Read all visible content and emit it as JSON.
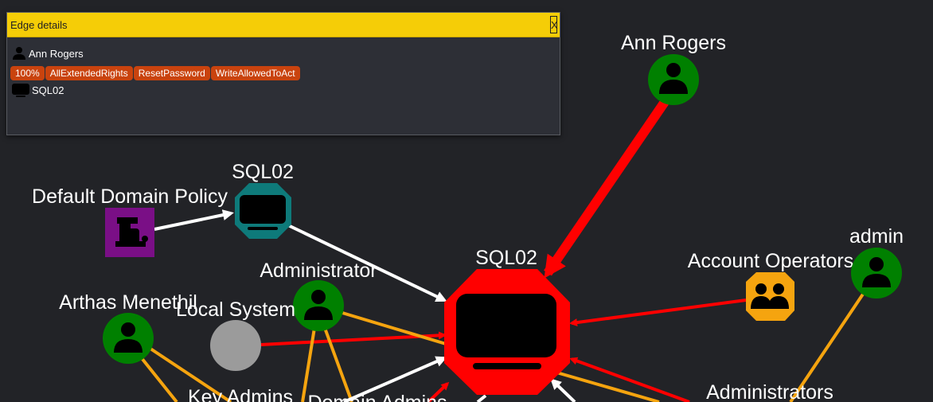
{
  "panel": {
    "title": "Edge details",
    "close_label": "X",
    "source": "Ann Rogers",
    "tags": [
      "100%",
      "AllExtendedRights",
      "ResetPassword",
      "WriteAllowedToAct"
    ],
    "target": "SQL02"
  },
  "nodes": [
    {
      "id": "sql02-main",
      "label": "SQL02",
      "kind": "computer",
      "color": "#ff0000",
      "icon": "monitor-icon"
    },
    {
      "id": "ann-rogers",
      "label": "Ann Rogers",
      "kind": "user",
      "color": "#008000",
      "icon": "user-icon"
    },
    {
      "id": "sql02-teal",
      "label": "SQL02",
      "kind": "computer",
      "color": "#0e7a7a",
      "icon": "monitor-icon"
    },
    {
      "id": "default-domain-policy",
      "label": "Default Domain Policy",
      "kind": "gpo",
      "color": "#7a0f86",
      "icon": "scroll-icon"
    },
    {
      "id": "administrator",
      "label": "Administrator",
      "kind": "user",
      "color": "#008000",
      "icon": "user-icon"
    },
    {
      "id": "arthas",
      "label": "Arthas Menethil",
      "kind": "user",
      "color": "#008000",
      "icon": "user-icon"
    },
    {
      "id": "local-system",
      "label": "Local System",
      "kind": "other",
      "color": "#9b9b9b",
      "icon": ""
    },
    {
      "id": "account-operators",
      "label": "Account Operators",
      "kind": "group",
      "color": "#f5a40f",
      "icon": "users-icon"
    },
    {
      "id": "admin",
      "label": "admin",
      "kind": "user",
      "color": "#008000",
      "icon": "user-icon"
    },
    {
      "id": "key-admins",
      "label": "Key Admins",
      "kind": "label-only",
      "color": "",
      "icon": ""
    },
    {
      "id": "domain-admins",
      "label": "Domain Admins",
      "kind": "label-only",
      "color": "",
      "icon": ""
    },
    {
      "id": "administrators",
      "label": "Administrators",
      "kind": "label-only",
      "color": "",
      "icon": ""
    }
  ],
  "edge_colors": {
    "highlight": "#ff0000",
    "default": "#ffffff",
    "group": "#f5a40f"
  }
}
